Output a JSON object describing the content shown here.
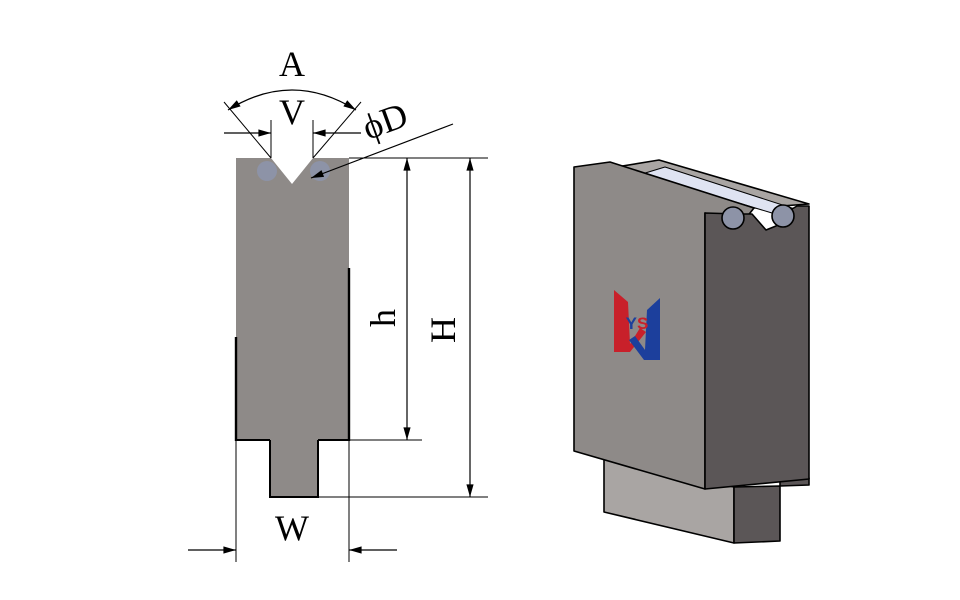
{
  "labels": {
    "angle": "A",
    "v_opening": "V",
    "diameter": "ϕD",
    "inner_height": "h",
    "total_height": "H",
    "width": "W"
  },
  "logo": {
    "text": "YS",
    "colors": {
      "red": "#c8202a",
      "blue": "#1c3f9c"
    }
  },
  "colors": {
    "body_front": "#8e8a88",
    "body_side": "#5b5657",
    "body_top": "#a9a5a3",
    "rod": "#8d93a7",
    "insert_highlight": "#dfe3f2",
    "line": "#000000"
  }
}
